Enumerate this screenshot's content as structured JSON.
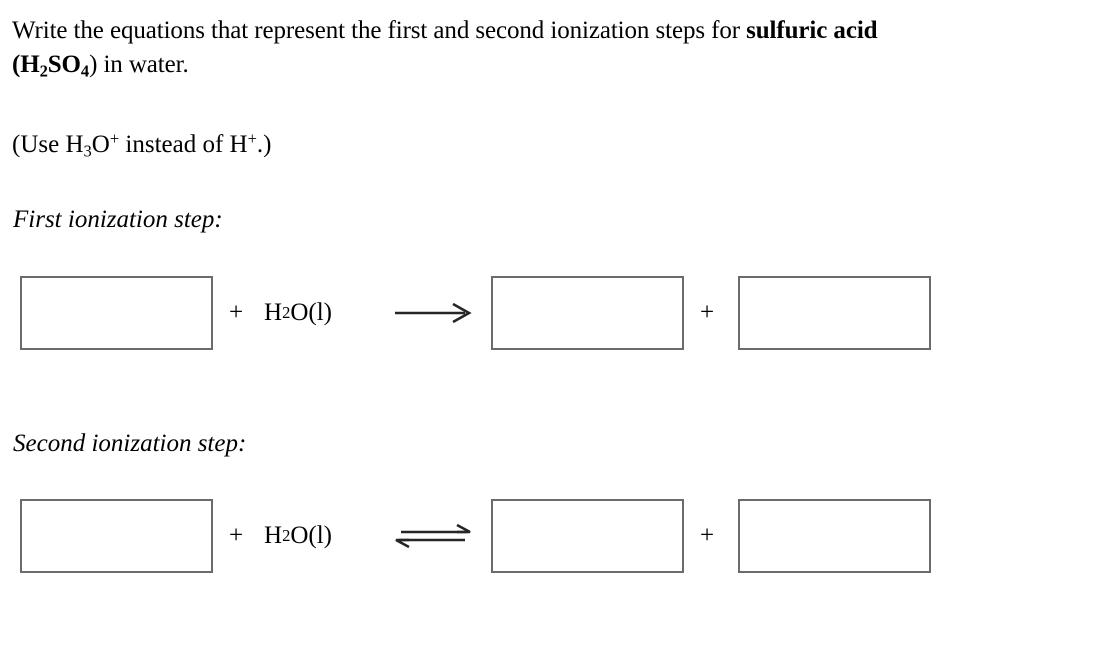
{
  "question": {
    "line1_prefix": "Write the equations that represent the first and second ionization steps for ",
    "line1_bold": "sulfuric acid",
    "formula_open": "(",
    "formula_H": "H",
    "formula_sub2": "2",
    "formula_SO": "SO",
    "formula_sub4": "4",
    "formula_close": ")",
    "line2_suffix": " in water.",
    "hint_prefix": "(Use H",
    "hint_sub3": "3",
    "hint_O": "O",
    "hint_sup_plus1": "+",
    "hint_middle": " instead of H",
    "hint_sup_plus2": "+",
    "hint_suffix": ".)"
  },
  "steps": [
    {
      "heading": "First ionization step:",
      "plus_left": "+",
      "water": "H",
      "water_sub": "2",
      "water_rest": "O(l)",
      "arrow_type": "single-right-arrow",
      "arrow_glyph": "→",
      "plus_right": "+",
      "reactant_value": "",
      "product1_value": "",
      "product2_value": ""
    },
    {
      "heading": "Second ionization step:",
      "plus_left": "+",
      "water": "H",
      "water_sub": "2",
      "water_rest": "O(l)",
      "arrow_type": "equilibrium-arrow",
      "arrow_glyph": "⇌",
      "plus_right": "+",
      "reactant_value": "",
      "product1_value": "",
      "product2_value": ""
    }
  ],
  "colors": {
    "box_border": "#6b6b6b",
    "text": "#000000",
    "background": "#ffffff",
    "arrow": "#262626"
  }
}
